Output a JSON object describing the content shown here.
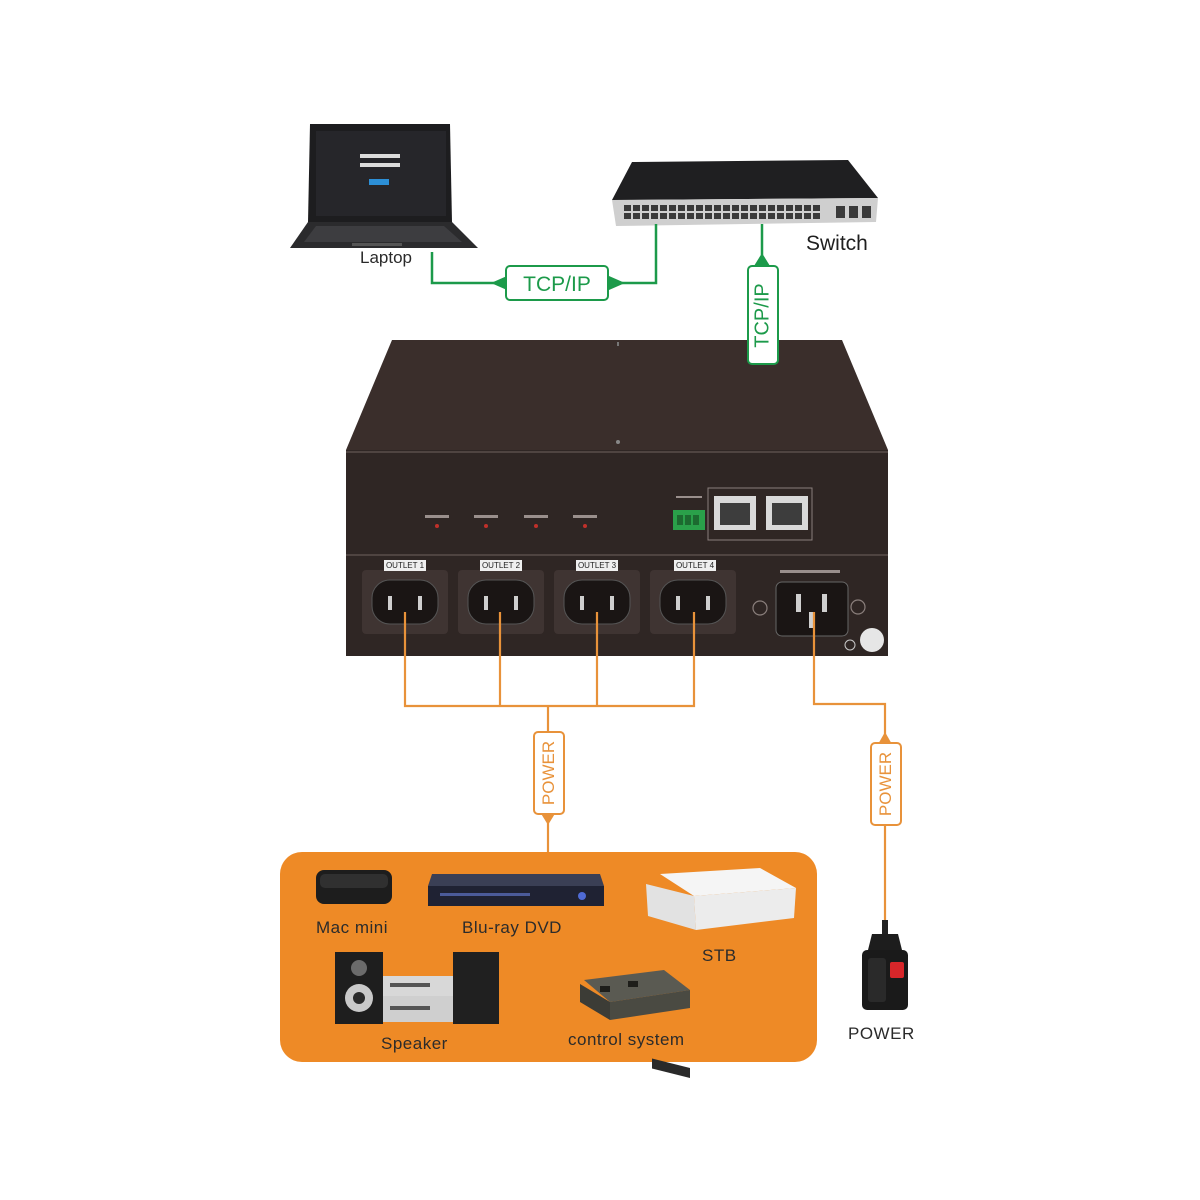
{
  "labels": {
    "laptop": "Laptop",
    "switch": "Switch",
    "power_plug": "POWER",
    "tcpip_horizontal": "TCP/IP",
    "tcpip_vertical": "TCP/IP",
    "power_tag_outlets": "POWER",
    "power_tag_input": "POWER"
  },
  "pdu": {
    "outlets": [
      "OUTLET 1",
      "OUTLET 2",
      "OUTLET 3",
      "OUTLET 4"
    ]
  },
  "devices": {
    "mac_mini": "Mac mini",
    "bluray": "Blu-ray DVD",
    "stb": "STB",
    "speaker": "Speaker",
    "control": "control system"
  },
  "colors": {
    "network_line": "#1c9a4a",
    "power_line": "#e8923a",
    "device_panel": "#ee8a26",
    "pdu_body": "#3a2e2b"
  }
}
